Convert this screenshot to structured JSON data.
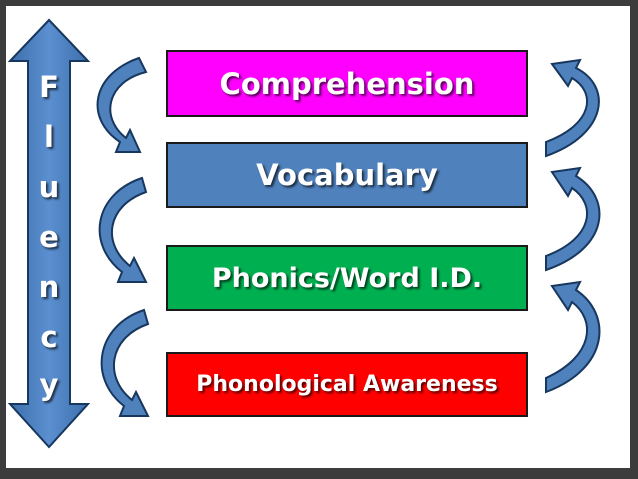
{
  "diagram": {
    "fluency_letters": [
      "F",
      "l",
      "u",
      "e",
      "n",
      "c",
      "y"
    ],
    "boxes": [
      {
        "label": "Comprehension",
        "color": "#ff00ff"
      },
      {
        "label": "Vocabulary",
        "color": "#4f81bd"
      },
      {
        "label": "Phonics/Word I.D.",
        "color": "#00b050"
      },
      {
        "label": "Phonological Awareness",
        "color": "#ff0000"
      }
    ],
    "arrow_color": "#4f81bd",
    "arrow_outline": "#17375e"
  }
}
